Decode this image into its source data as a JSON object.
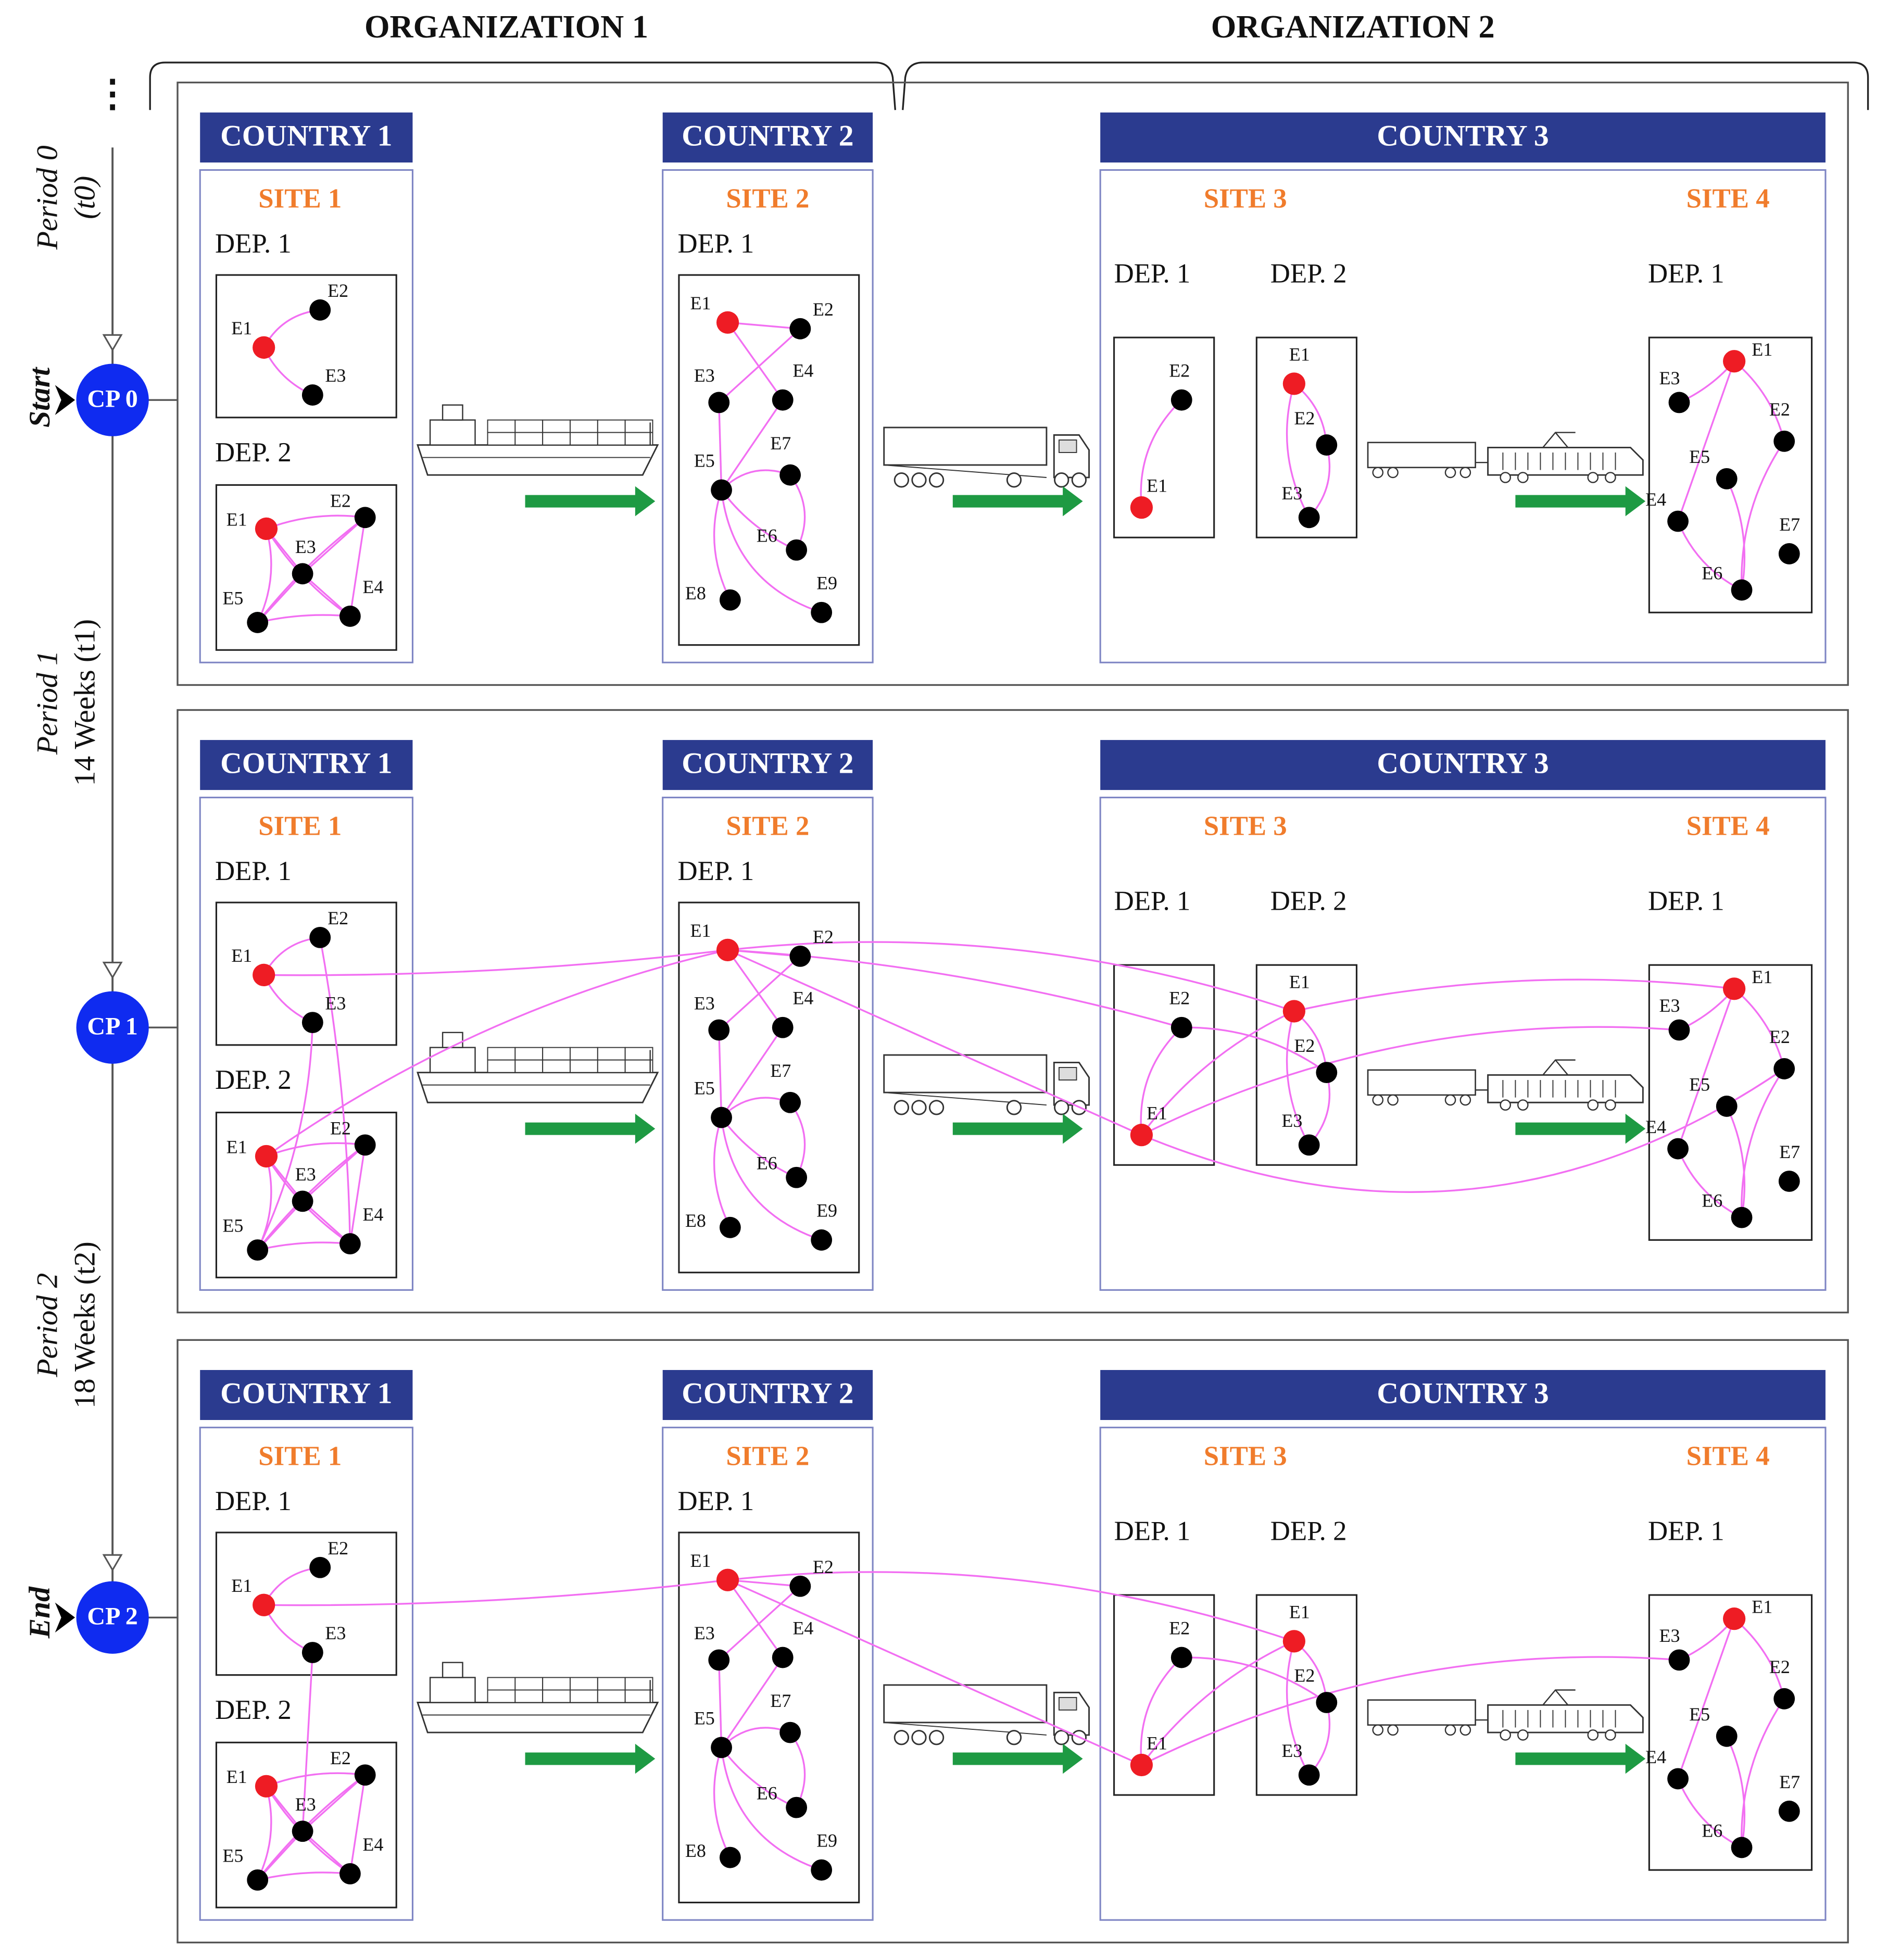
{
  "colors": {
    "banner": "#2b3b8f",
    "site": "#f07c2c",
    "edge": "#f26ff2",
    "node_key": "#ee1c24",
    "node": "#000000",
    "cp": "#0f2bf0",
    "arrow": "#1e9a43",
    "frame": "#7f86c4"
  },
  "organizations": [
    "ORGANIZATION 1",
    "ORGANIZATION 2"
  ],
  "timeline": {
    "top_ellipsis": "⋮",
    "start_label": "Start",
    "end_label": "End",
    "periods": [
      {
        "line1": "Period 0",
        "line2": "(t0)"
      },
      {
        "line1": "Period 1",
        "line2": "14 Weeks (t1)"
      },
      {
        "line1": "Period 2",
        "line2": "18 Weeks (t2)"
      }
    ],
    "checkpoints": [
      "CP 0",
      "CP 1",
      "CP 2"
    ]
  },
  "countries": [
    "COUNTRY 1",
    "COUNTRY 2",
    "COUNTRY 3"
  ],
  "sites": [
    "SITE 1",
    "SITE 2",
    "SITE 3",
    "SITE 4"
  ],
  "departments": {
    "dep1": "DEP. 1",
    "dep2": "DEP. 2"
  },
  "transport_icons": [
    "ship-icon",
    "truck-icon",
    "train-icon",
    "arrow-right-icon"
  ],
  "panels": [
    {
      "period": "t0",
      "cross_org_links": false
    },
    {
      "period": "t1",
      "cross_org_links": true
    },
    {
      "period": "t2",
      "cross_org_links": true
    }
  ]
}
